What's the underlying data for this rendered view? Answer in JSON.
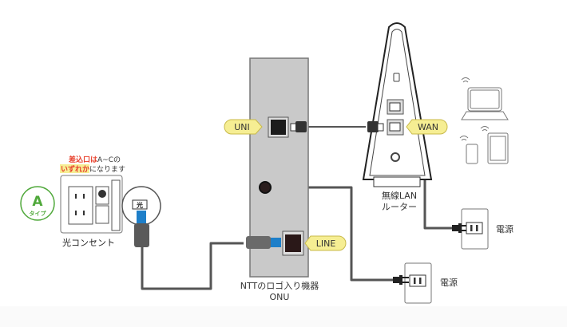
{
  "outlet": {
    "note_line1_red": "差込口は",
    "note_line1_rest": "A~Cの",
    "note_line2_highlight": "いずれか",
    "note_line2_rest": "になります",
    "type_letter": "A",
    "type_label": "タイプ",
    "fiber_mark": "光",
    "name": "光コンセント"
  },
  "onu": {
    "uni_label": "UNI",
    "line_label": "LINE",
    "name_line1": "NTTのロゴ入り機器",
    "name_line2": "ONU"
  },
  "router": {
    "wan_label": "WAN",
    "name_line1": "無線LAN",
    "name_line2": "ルーター"
  },
  "power": {
    "router_outlet_label": "電源",
    "onu_outlet_label": "電源"
  },
  "colors": {
    "label_yellow": "#f6ee93",
    "accent_red": "#e8412c",
    "type_green": "#4fa83a",
    "port_blue": "#1e7fc9",
    "onu_gray": "#c9c9c9"
  }
}
